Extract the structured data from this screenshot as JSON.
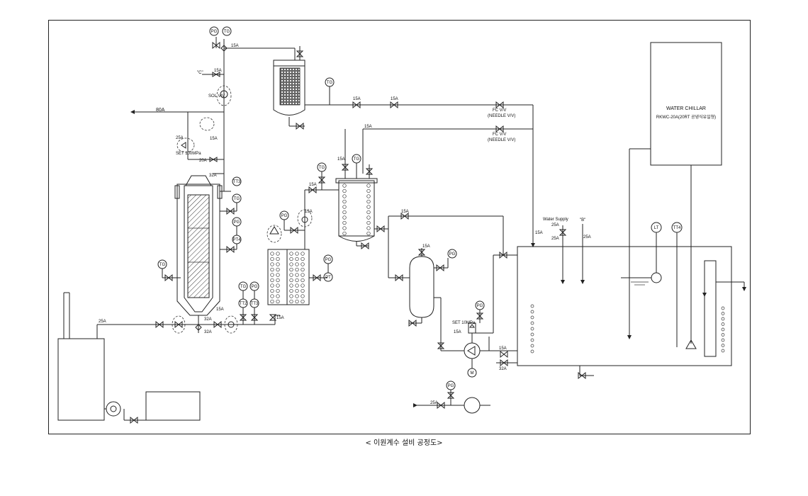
{
  "caption": "< 이원계수 설비 공정도>",
  "chiller": {
    "title": "WATER CHILLAR",
    "model": "RKWC-20A(20RT 공냉식유일형)"
  },
  "instruments": {
    "pg": "PG",
    "tg": "TG",
    "tt1": "TT1",
    "tt2": "TT2",
    "tt3": "TT3",
    "pt": "PT",
    "pt4": "PT4",
    "lt": "LT",
    "tt4": "TT4"
  },
  "valves": {
    "sol": "SOL V/V",
    "fc1": "FC V/V",
    "fc1_sub": "(NEEDLE V/V)",
    "fc2": "FC V/V",
    "fc2_sub": "(NEEDLE V/V)",
    "set_100": "SET 100MPa",
    "set_10": "SET 10MPa",
    "c_tag": "\"C\"",
    "b_tag": "\"B\""
  },
  "water_supply": {
    "label": "Water Supply",
    "size": "25A"
  },
  "motor": "M",
  "pipes": {
    "a15": "15A",
    "a20": "20A",
    "a25": "25A",
    "a32": "32A",
    "a80": "80A"
  }
}
